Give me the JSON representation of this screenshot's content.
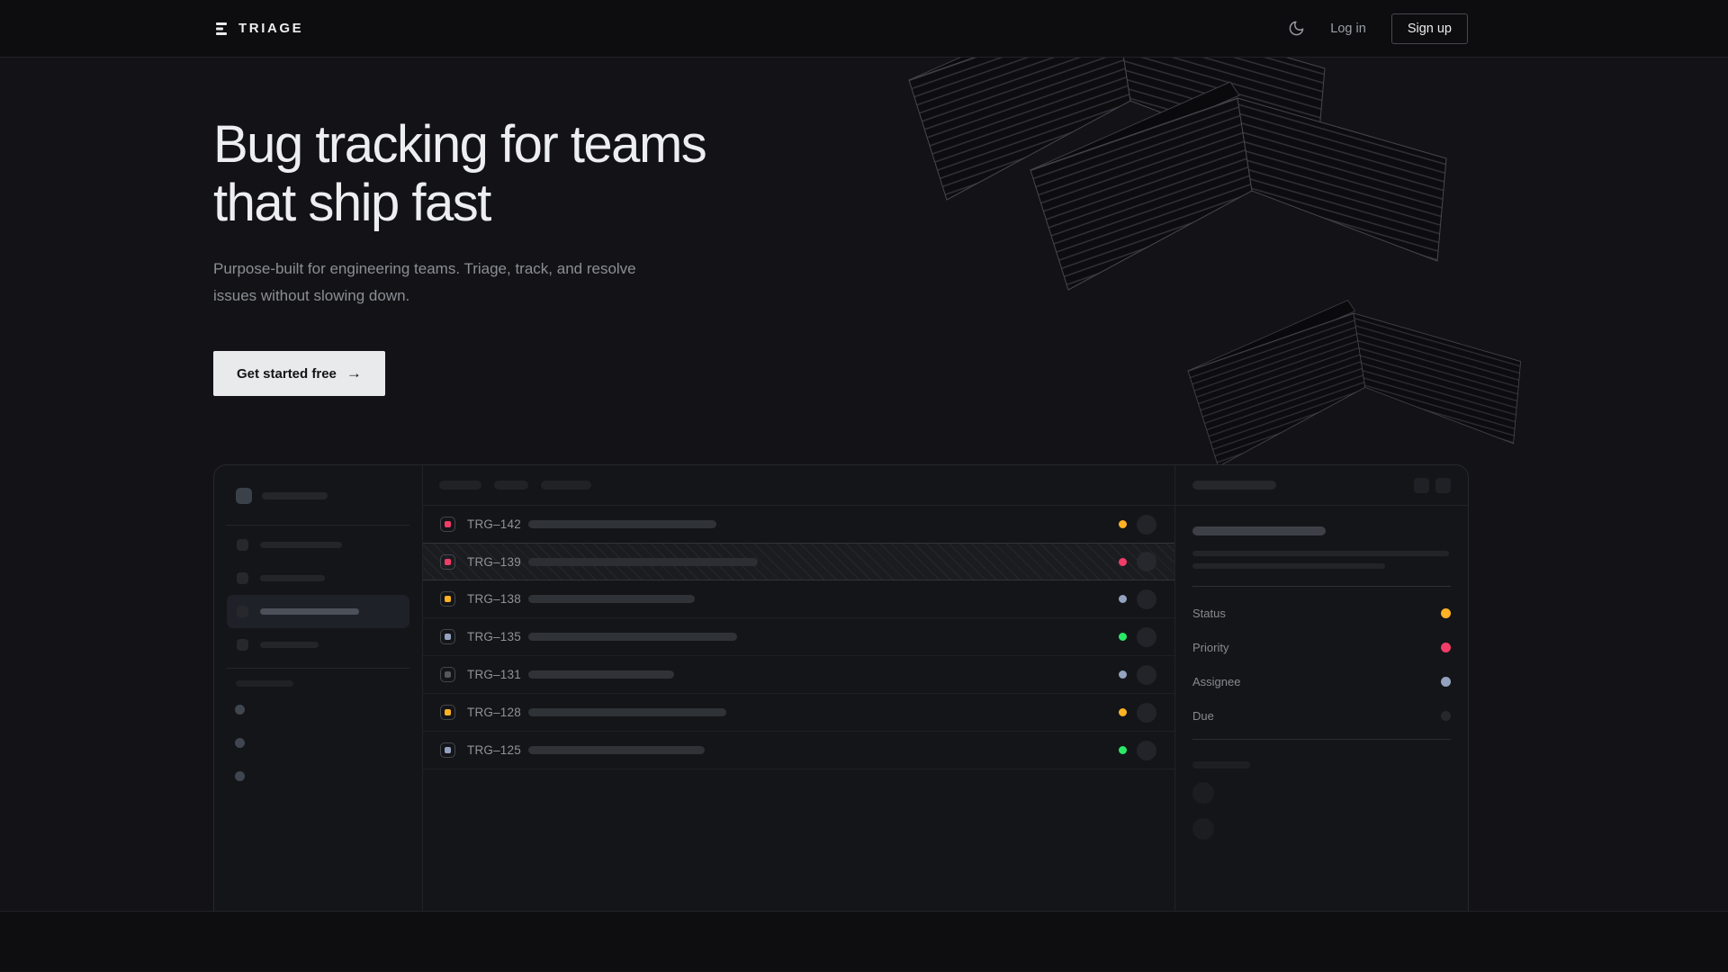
{
  "header": {
    "brand": "TRIAGE",
    "login_label": "Log in",
    "signup_label": "Sign up"
  },
  "hero": {
    "title_line1": "Bug tracking for teams",
    "title_line2": "that ship fast",
    "subtitle": "Purpose-built for engineering teams. Triage, track, and resolve issues without slowing down.",
    "cta_label": "Get started free",
    "cta_arrow": "→"
  },
  "mockup": {
    "issues": [
      {
        "id": "TRG–142",
        "icon": "#f23d68",
        "dot": "#ffb224",
        "bar": 209,
        "hatched": false
      },
      {
        "id": "TRG–139",
        "icon": "#f23d68",
        "dot": "#f23d68",
        "bar": 255,
        "hatched": true
      },
      {
        "id": "TRG–138",
        "icon": "#ffb224",
        "dot": "#93a2bf",
        "bar": 185,
        "hatched": false
      },
      {
        "id": "TRG–135",
        "icon": "#93a2bf",
        "dot": "#2be866",
        "bar": 232,
        "hatched": false
      },
      {
        "id": "TRG–131",
        "icon": "#54575c",
        "dot": "#93a2bf",
        "bar": 162,
        "hatched": false
      },
      {
        "id": "TRG–128",
        "icon": "#ffb224",
        "dot": "#ffb224",
        "bar": 220,
        "hatched": false
      },
      {
        "id": "TRG–125",
        "icon": "#93a2bf",
        "dot": "#2be866",
        "bar": 196,
        "hatched": false
      }
    ],
    "detail_panel": {
      "properties": [
        {
          "label": "Status",
          "color": "#ffb224"
        },
        {
          "label": "Priority",
          "color": "#f23d68"
        },
        {
          "label": "Assignee",
          "color": "#93a2bf"
        },
        {
          "label": "Due",
          "color": "#26282c"
        }
      ]
    }
  },
  "colors": {
    "accent_amber": "#ffb224",
    "accent_pink": "#f23d68",
    "accent_slate": "#93a2bf",
    "accent_green": "#2be866",
    "page_bg": "#131317",
    "header_bg": "#0d0d0f",
    "cta_bg": "#e9eaec"
  }
}
